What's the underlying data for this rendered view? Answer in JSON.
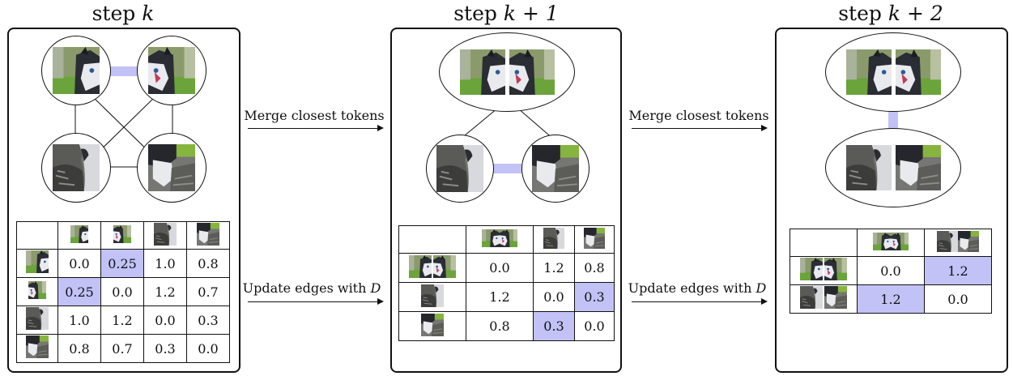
{
  "titles": {
    "step_k": "step",
    "step_k_var": "k",
    "step_k1": "step",
    "step_k1_var": "k + 1",
    "step_k2": "step",
    "step_k2_var": "k + 2"
  },
  "arrows": {
    "merge_1": "Merge closest tokens",
    "update_1": "Update edges with D",
    "merge_2": "Merge closest tokens",
    "update_2": "Update edges with D"
  },
  "colors": {
    "highlight": "#c2c2f7",
    "merge_edge": "#c2c2f7",
    "border": "#111111"
  },
  "tokens": [
    "husky-face-left",
    "husky-face-right",
    "husky-paw-rock",
    "husky-leg-grass"
  ],
  "tables": {
    "step_k": {
      "rows": [
        [
          "0.0",
          "0.25",
          "1.0",
          "0.8"
        ],
        [
          "0.25",
          "0.0",
          "1.2",
          "0.7"
        ],
        [
          "1.0",
          "1.2",
          "0.0",
          "0.3"
        ],
        [
          "0.8",
          "0.7",
          "0.3",
          "0.0"
        ]
      ],
      "highlight": [
        [
          0,
          1
        ],
        [
          1,
          0
        ]
      ]
    },
    "step_k1": {
      "rows": [
        [
          "0.0",
          "1.2",
          "0.8"
        ],
        [
          "1.2",
          "0.0",
          "0.3"
        ],
        [
          "0.8",
          "0.3",
          "0.0"
        ]
      ],
      "highlight": [
        [
          1,
          2
        ],
        [
          2,
          1
        ]
      ]
    },
    "step_k2": {
      "rows": [
        [
          "0.0",
          "1.2"
        ],
        [
          "1.2",
          "0.0"
        ]
      ],
      "highlight": [
        [
          0,
          1
        ],
        [
          1,
          0
        ]
      ]
    }
  }
}
